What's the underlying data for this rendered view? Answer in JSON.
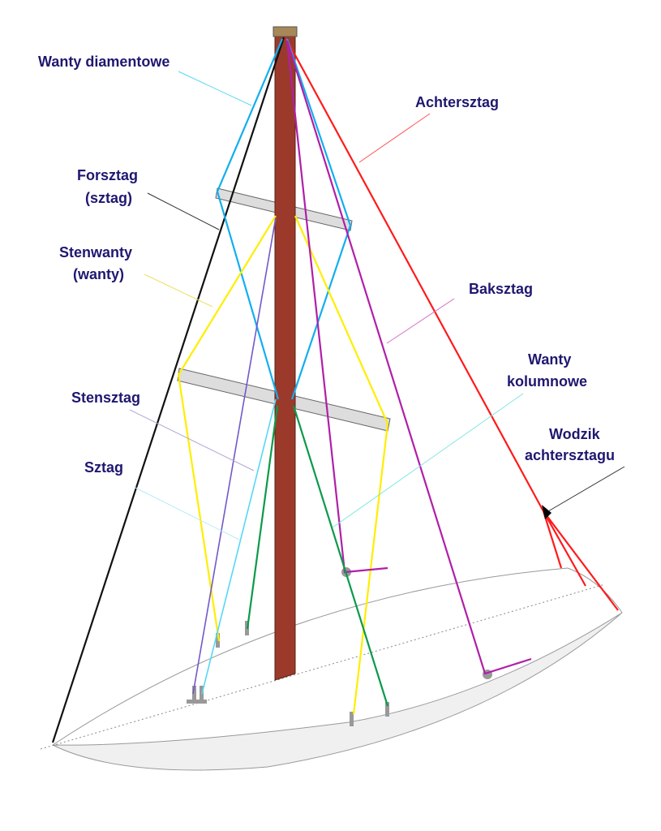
{
  "labels": {
    "wanty_diamentowe": "Wanty diamentowe",
    "achtersztag": "Achtersztag",
    "forsztag_1": "Forsztag",
    "forsztag_2": "(sztag)",
    "stenwanty_1": "Stenwanty",
    "stenwanty_2": "(wanty)",
    "baksztag": "Baksztag",
    "wanty_kolumnowe_1": "Wanty",
    "wanty_kolumnowe_2": "kolumnowe",
    "stensztag": "Stensztag",
    "sztag": "Sztag",
    "wodzik_1": "Wodzik",
    "wodzik_2": "achtersztagu"
  },
  "colors": {
    "label": "#1f1870",
    "mast": "#9b3a2a",
    "forestay": "#111111",
    "backstay": "#ff1a1a",
    "diamond": "#12aef0",
    "stenwanty": "#ffee00",
    "baksztag": "#b01fa8",
    "stensztag": "#7358c8",
    "sztag": "#55d8f5",
    "kolumnowe": "#0a9a4a"
  }
}
